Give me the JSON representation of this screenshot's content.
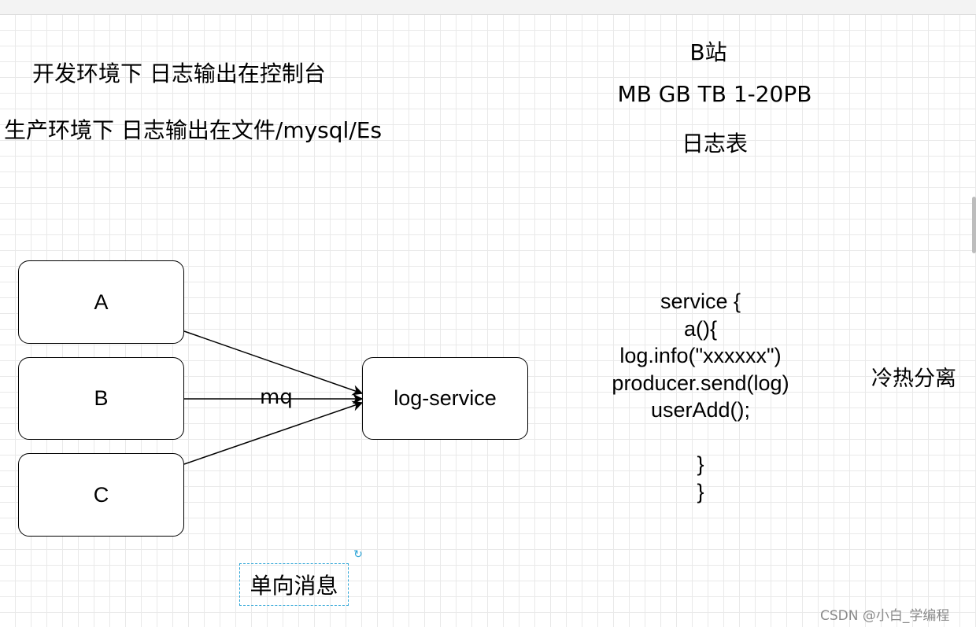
{
  "notes": {
    "dev_env": "开发环境下  日志输出在控制台",
    "prod_env": "生产环境下 日志输出在文件/mysql/Es",
    "site": "B站",
    "sizes": "MB  GB  TB  1-20PB",
    "log_table": "日志表",
    "hot_cold": "冷热分离"
  },
  "diagram": {
    "sources": [
      "A",
      "B",
      "C"
    ],
    "target": "log-service",
    "edge_label": "mq",
    "selected_label": "单向消息"
  },
  "code_lines": [
    "service {",
    "a(){",
    "log.info(\"xxxxxx\")",
    "producer.send(log)",
    "userAdd();",
    "",
    "}",
    "}"
  ],
  "watermark": "CSDN @小白_学编程",
  "colors": {
    "grid": "#e9e9e9",
    "selection": "#29a3d6",
    "watermark": "#8a8a8a"
  },
  "icons": {
    "rotate": "rotate-handle-icon"
  }
}
